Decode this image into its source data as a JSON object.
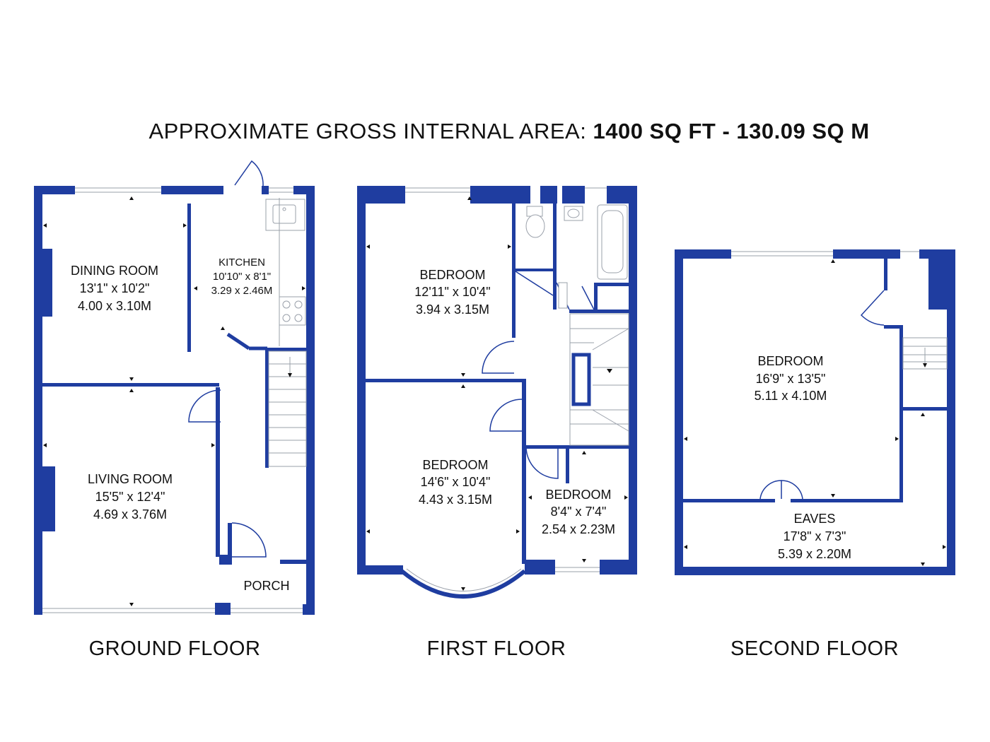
{
  "area": {
    "label": "APPROXIMATE GROSS INTERNAL AREA:",
    "value": "1400 SQ FT - 130.09 SQ M"
  },
  "floors": {
    "ground": {
      "label": "GROUND FLOOR",
      "dining": {
        "name": "DINING ROOM",
        "imperial": "13'1\" x 10'2\"",
        "metric": "4.00 x 3.10M"
      },
      "kitchen": {
        "name": "KITCHEN",
        "imperial": "10'10\" x 8'1\"",
        "metric": "3.29 x 2.46M"
      },
      "living": {
        "name": "LIVING ROOM",
        "imperial": "15'5\" x 12'4\"",
        "metric": "4.69 x 3.76M"
      },
      "porch": {
        "name": "PORCH"
      }
    },
    "first": {
      "label": "FIRST FLOOR",
      "bedroom1": {
        "name": "BEDROOM",
        "imperial": "12'11\" x 10'4\"",
        "metric": "3.94 x 3.15M"
      },
      "bedroom2": {
        "name": "BEDROOM",
        "imperial": "14'6\" x 10'4\"",
        "metric": "4.43 x 3.15M"
      },
      "bedroom3": {
        "name": "BEDROOM",
        "imperial": "8'4\" x 7'4\"",
        "metric": "2.54 x 2.23M"
      }
    },
    "second": {
      "label": "SECOND FLOOR",
      "bedroom": {
        "name": "BEDROOM",
        "imperial": "16'9\" x 13'5\"",
        "metric": "5.11 x 4.10M"
      },
      "eaves": {
        "name": "EAVES",
        "imperial": "17'8\" x 7'3\"",
        "metric": "5.39 x 2.20M"
      }
    }
  },
  "colors": {
    "wall": "#1f3da0",
    "fixture": "#9aa0aa"
  }
}
